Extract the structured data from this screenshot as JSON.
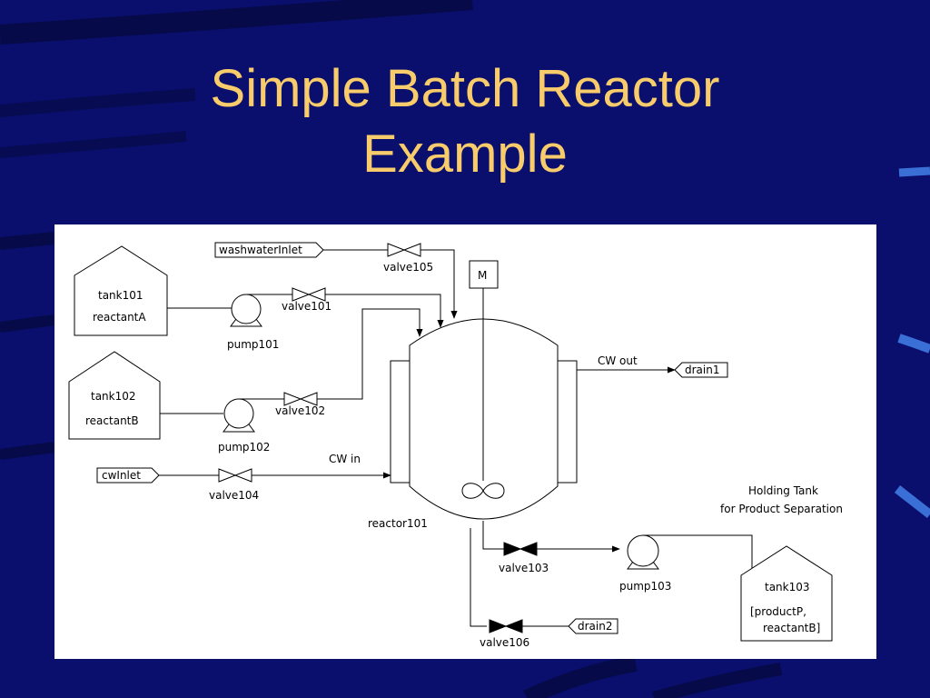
{
  "slide": {
    "title_line1": "Simple Batch Reactor",
    "title_line2": "Example"
  },
  "diagram": {
    "washwater_inlet": "washwaterInlet",
    "valve105": "valve105",
    "motor": "M",
    "tank101_name": "tank101",
    "tank101_content": "reactantA",
    "pump101": "pump101",
    "valve101": "valve101",
    "tank102_name": "tank102",
    "tank102_content": "reactantB",
    "pump102": "pump102",
    "valve102": "valve102",
    "cw_inlet": "cwInlet",
    "valve104": "valve104",
    "cw_in": "CW in",
    "cw_out": "CW out",
    "drain1": "drain1",
    "reactor101": "reactor101",
    "holding_tank_line1": "Holding Tank",
    "holding_tank_line2": "for Product Separation",
    "valve103": "valve103",
    "pump103": "pump103",
    "tank103_name": "tank103",
    "tank103_content_line1": "[productP,",
    "tank103_content_line2": "reactantB]",
    "drain2": "drain2",
    "valve106": "valve106"
  }
}
